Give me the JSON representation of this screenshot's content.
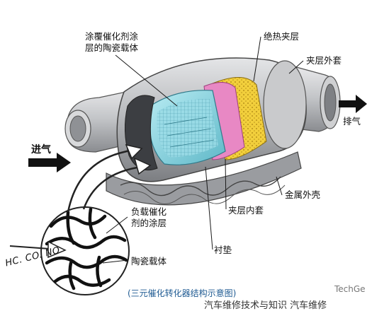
{
  "labels": {
    "coated_carrier": "涂覆催化剂涂\n层的陶瓷载体",
    "insulation_layer": "绝热夹层",
    "outer_jacket": "夹层外套",
    "exhaust_out": "排气",
    "intake": "进气",
    "metal_shell": "金属外壳",
    "inner_jacket": "夹层内套",
    "catalyst_coating": "负载催化\n剂的涂层",
    "ceramic_carrier": "陶瓷载体",
    "liner_pad": "衬垫",
    "gases": "HC. CO. NO"
  },
  "caption": "(三元催化转化器结构示意图)",
  "watermark": "TechGe",
  "footer": "汽车维修技术与知识 汽车维修",
  "colors": {
    "shell": "#bdbfc2",
    "shell_dark": "#6e7074",
    "carrier": "#7fd0dc",
    "pink": "#e888c4",
    "yellow": "#f2cf3c",
    "arrow": "#222222",
    "caption": "#1e5a92"
  }
}
